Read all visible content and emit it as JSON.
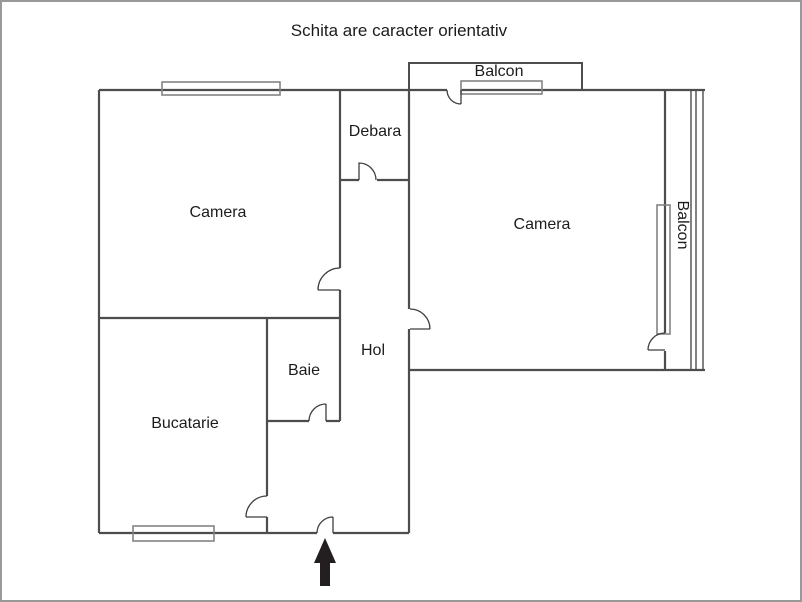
{
  "title": "Schita are caracter orientativ",
  "rooms": {
    "camera_left": {
      "label": "Camera"
    },
    "camera_right": {
      "label": "Camera"
    },
    "debara": {
      "label": "Debara"
    },
    "hol": {
      "label": "Hol"
    },
    "baie": {
      "label": "Baie"
    },
    "bucatarie": {
      "label": "Bucatarie"
    },
    "balcon_top": {
      "label": "Balcon"
    },
    "balcon_right": {
      "label": "Balcon"
    }
  },
  "icons": {
    "entrance_arrow": "black upward arrow marking the apartment entrance"
  },
  "colors": {
    "background": "#ffffff",
    "border": "#999999",
    "wall": "#4d4d4f",
    "window": "#848484",
    "door": "#3f3f41",
    "text": "#1c1c1e",
    "arrow": "#231f20"
  }
}
